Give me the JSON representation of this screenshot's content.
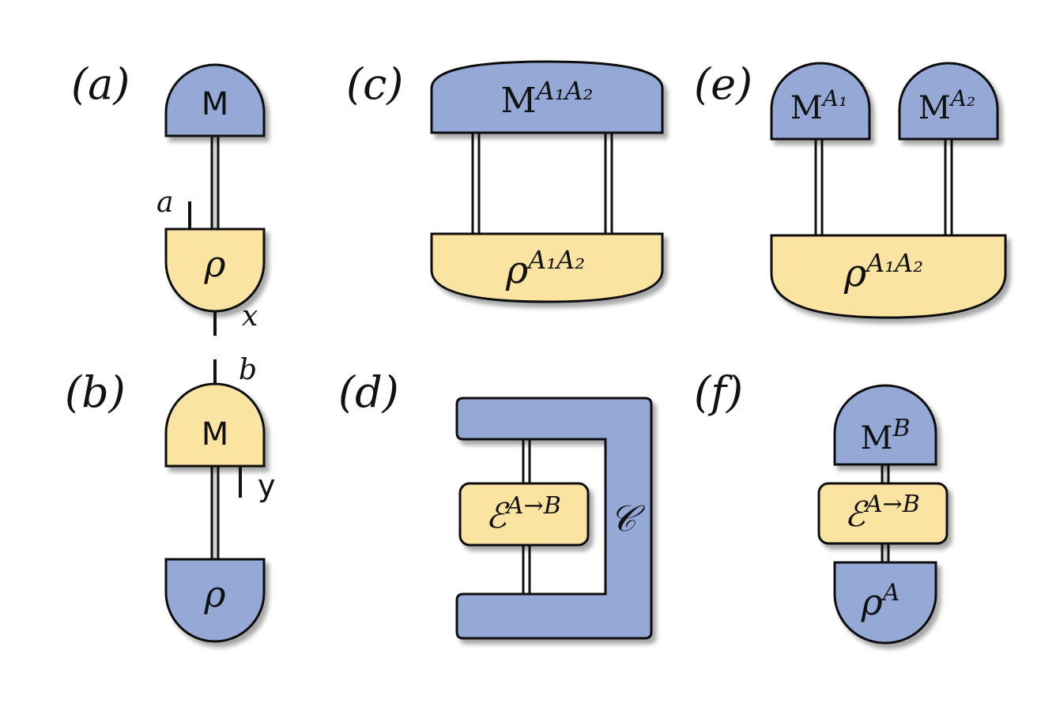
{
  "panels": {
    "a": {
      "label": "(a)",
      "measurement": "M",
      "state": "ρ",
      "output_label": "a",
      "input_label": "x"
    },
    "b": {
      "label": "(b)",
      "instrument": "M",
      "state": "ρ",
      "output_label": "b",
      "input_label": "y"
    },
    "c": {
      "label": "(c)",
      "measurement": "M",
      "measurement_sup": "A₁A₂",
      "state": "ρ",
      "state_sup": "A₁A₂"
    },
    "d": {
      "label": "(d)",
      "channel": "ℰ",
      "channel_sup": "A→B",
      "comb": "𝒞"
    },
    "e": {
      "label": "(e)",
      "measurement_1": "M",
      "measurement_1_sup": "A₁",
      "measurement_2": "M",
      "measurement_2_sup": "A₂",
      "state": "ρ",
      "state_sup": "A₁A₂"
    },
    "f": {
      "label": "(f)",
      "measurement": "M",
      "measurement_sup": "B",
      "channel": "ℰ",
      "channel_sup": "A→B",
      "state": "ρ",
      "state_sup": "A"
    }
  },
  "colors": {
    "blue": "#95a9d7",
    "yellow": "#fbe4a2",
    "outline": "#111111"
  }
}
